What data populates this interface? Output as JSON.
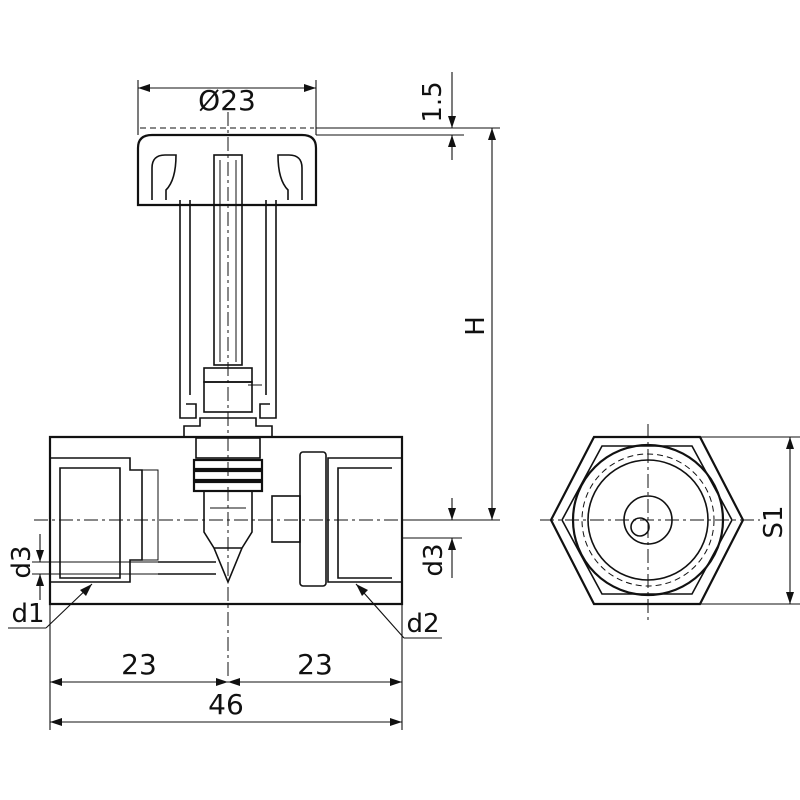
{
  "dimensions": {
    "handle_diameter": "Ø23",
    "cap_thickness": "1.5",
    "height": "H",
    "bore_left": "d3",
    "bore_right": "d3",
    "port_left": "d1",
    "port_right": "d2",
    "half_left": "23",
    "half_right": "23",
    "overall_length": "46",
    "hex_across_flats": "S1"
  }
}
